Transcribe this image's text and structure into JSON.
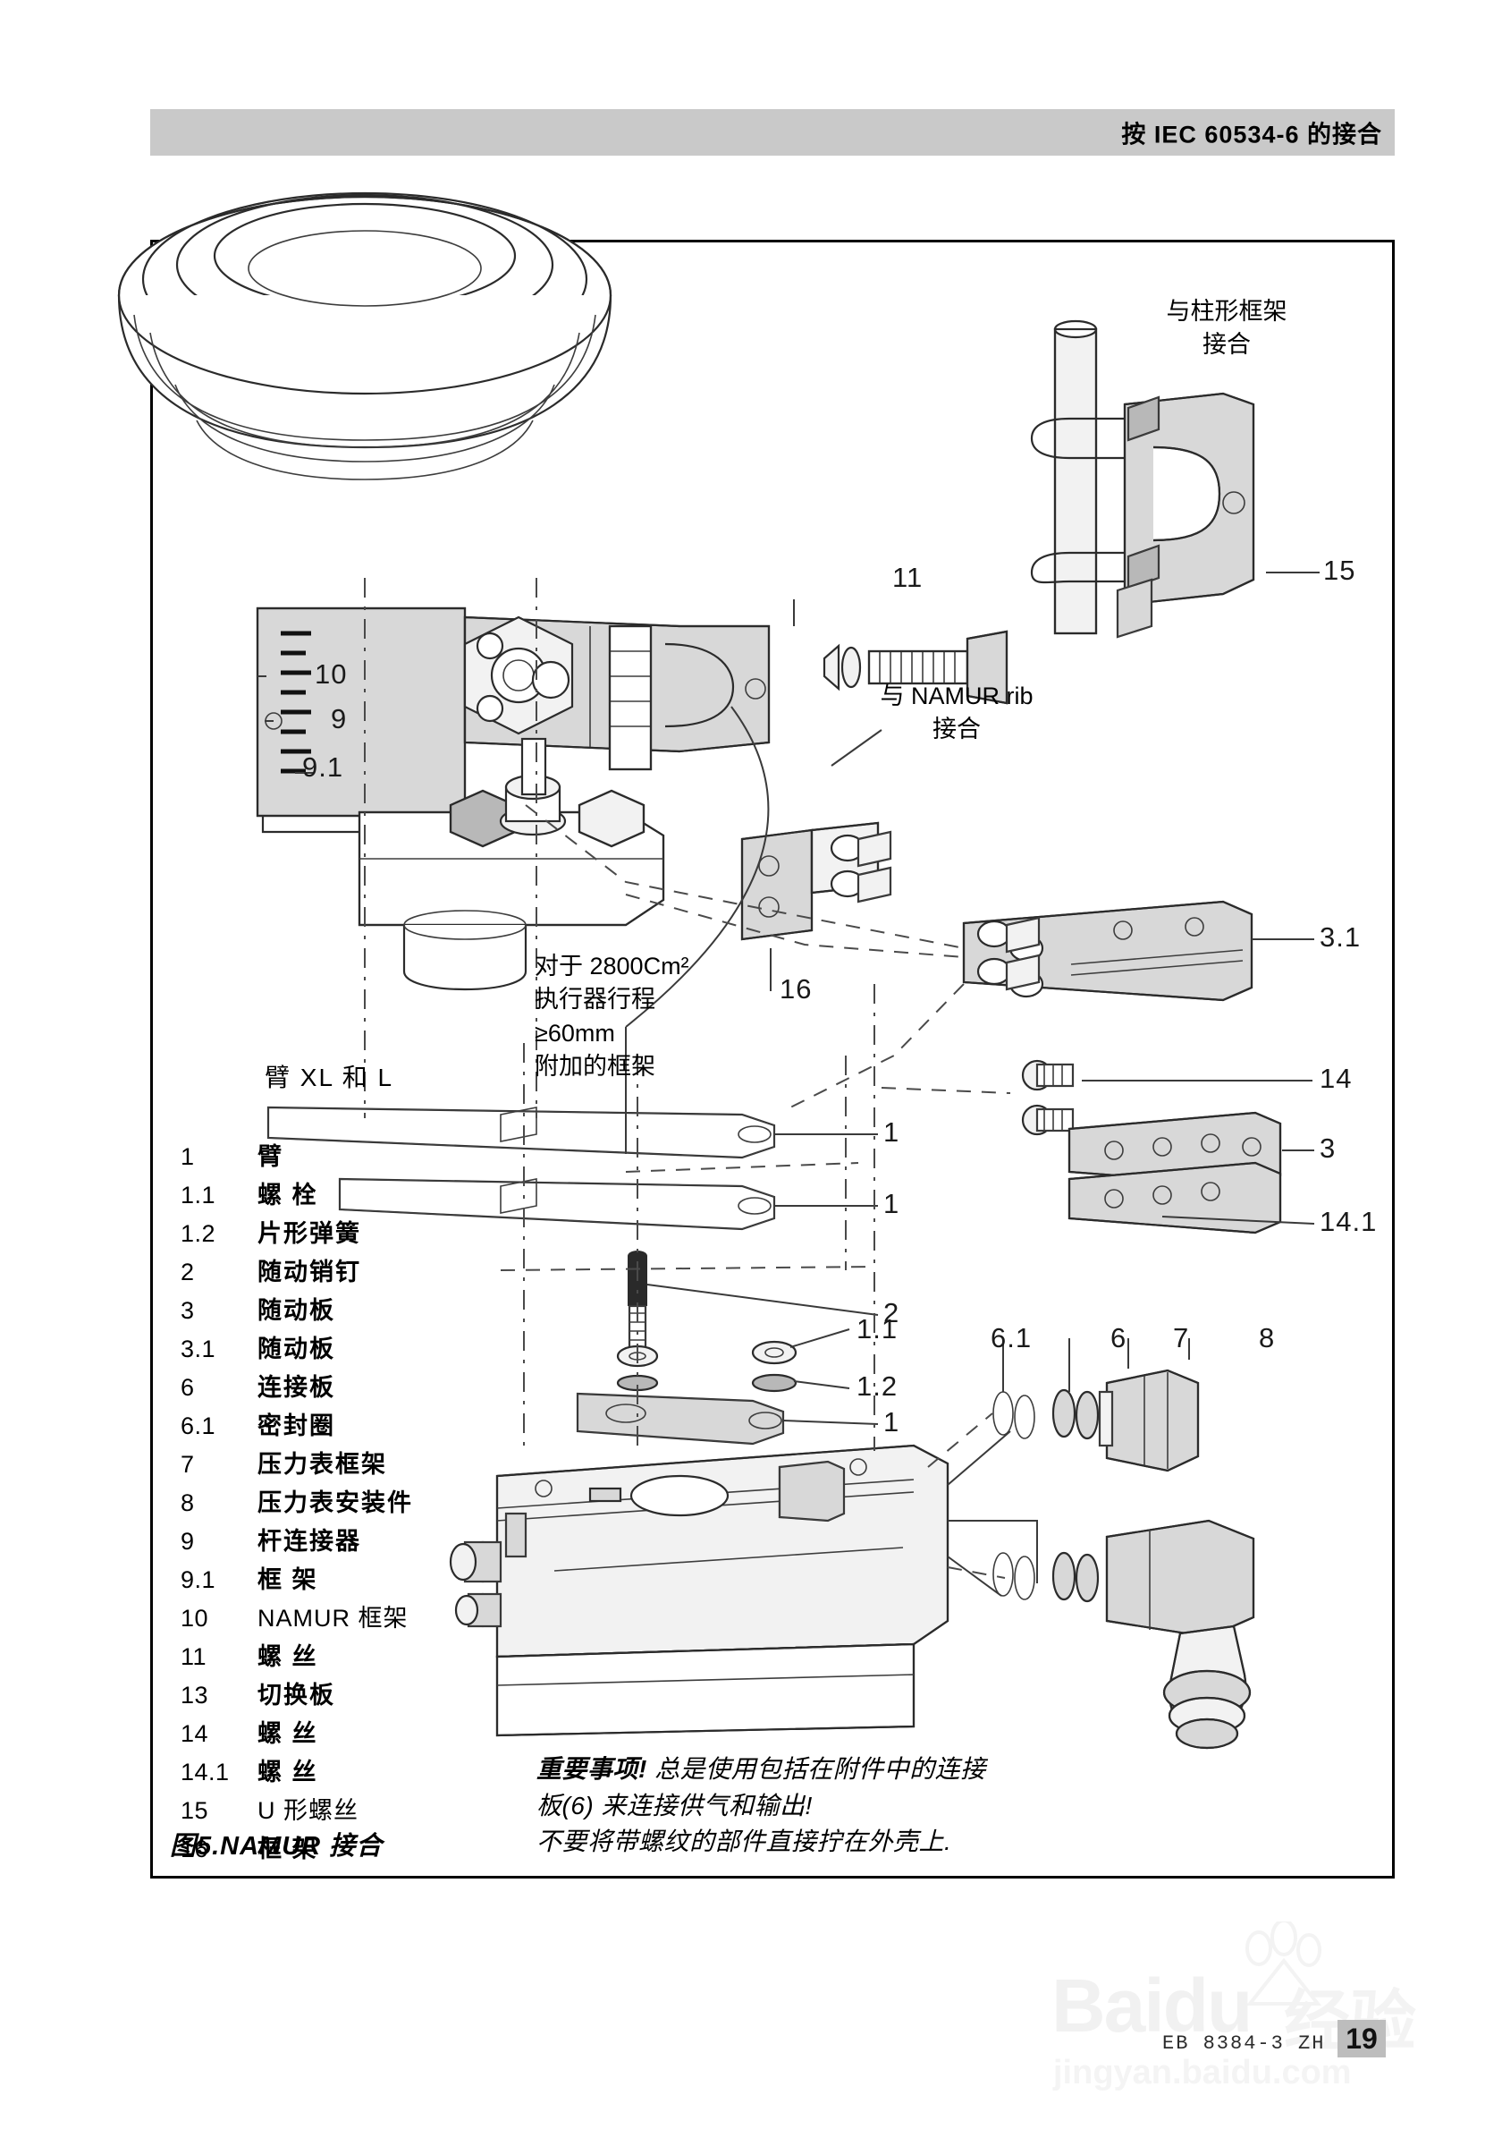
{
  "header": {
    "title": "按 IEC  60534-6 的接合"
  },
  "figure": {
    "caption": "图5.NAMUR 接合",
    "annotations": {
      "column_mount": "与柱形框架\n接合",
      "namur_rib": "与 NAMUR rib\n接合",
      "extra_bracket": "对于 2800Cm²\n执行器行程\n≥60mm\n附加的框架",
      "arm_xl_l": "臂 XL 和 L"
    },
    "callouts": [
      {
        "id": "c10",
        "label": "10"
      },
      {
        "id": "c9",
        "label": "9"
      },
      {
        "id": "c91",
        "label": "9.1"
      },
      {
        "id": "c11",
        "label": "11"
      },
      {
        "id": "c15",
        "label": "15"
      },
      {
        "id": "c16",
        "label": "16"
      },
      {
        "id": "c31",
        "label": "3.1"
      },
      {
        "id": "c14",
        "label": "14"
      },
      {
        "id": "c3",
        "label": "3"
      },
      {
        "id": "c141",
        "label": "14.1"
      },
      {
        "id": "c1a",
        "label": "1"
      },
      {
        "id": "c1b",
        "label": "1"
      },
      {
        "id": "c2",
        "label": "2"
      },
      {
        "id": "c11a",
        "label": "1.1"
      },
      {
        "id": "c12a",
        "label": "1.2"
      },
      {
        "id": "c1c",
        "label": "1"
      },
      {
        "id": "c61",
        "label": "6.1"
      },
      {
        "id": "c6",
        "label": "6"
      },
      {
        "id": "c7",
        "label": "7"
      },
      {
        "id": "c8",
        "label": "8"
      }
    ]
  },
  "legend": {
    "items": [
      {
        "num": "1",
        "label": "臂",
        "latin": false
      },
      {
        "num": "1.1",
        "label": "螺 栓",
        "latin": false
      },
      {
        "num": "1.2",
        "label": "片形弹簧",
        "latin": false
      },
      {
        "num": "2",
        "label": "随动销钉",
        "latin": false
      },
      {
        "num": "3",
        "label": "随动板",
        "latin": false
      },
      {
        "num": "3.1",
        "label": "随动板",
        "latin": false
      },
      {
        "num": "6",
        "label": "连接板",
        "latin": false
      },
      {
        "num": "6.1",
        "label": "密封圈",
        "latin": false
      },
      {
        "num": "7",
        "label": "压力表框架",
        "latin": false
      },
      {
        "num": "8",
        "label": "压力表安装件",
        "latin": false
      },
      {
        "num": "9",
        "label": "杆连接器",
        "latin": false
      },
      {
        "num": "9.1",
        "label": "框 架",
        "latin": false
      },
      {
        "num": "10",
        "label": "NAMUR 框架",
        "latin": true
      },
      {
        "num": "11",
        "label": "螺 丝",
        "latin": false
      },
      {
        "num": "13",
        "label": "切换板",
        "latin": false
      },
      {
        "num": "14",
        "label": "螺 丝",
        "latin": false
      },
      {
        "num": "14.1",
        "label": "螺 丝",
        "latin": false
      },
      {
        "num": "15",
        "label": "U 形螺丝",
        "latin": true
      },
      {
        "num": "16",
        "label": "框 架",
        "latin": false
      }
    ]
  },
  "note": {
    "heading": "重要事项!",
    "line1": " 总是使用包括在附件中的连接",
    "line2": "板(6) 来连接供气和输出!",
    "line3": "不要将带螺纹的部件直接拧在外壳上."
  },
  "footer": {
    "document_code": "EB 8384-3 ZH",
    "page_number": "19",
    "watermark_brand": "Baidu",
    "watermark_cn": "经验",
    "watermark_url": "jingyan.baidu.com"
  }
}
